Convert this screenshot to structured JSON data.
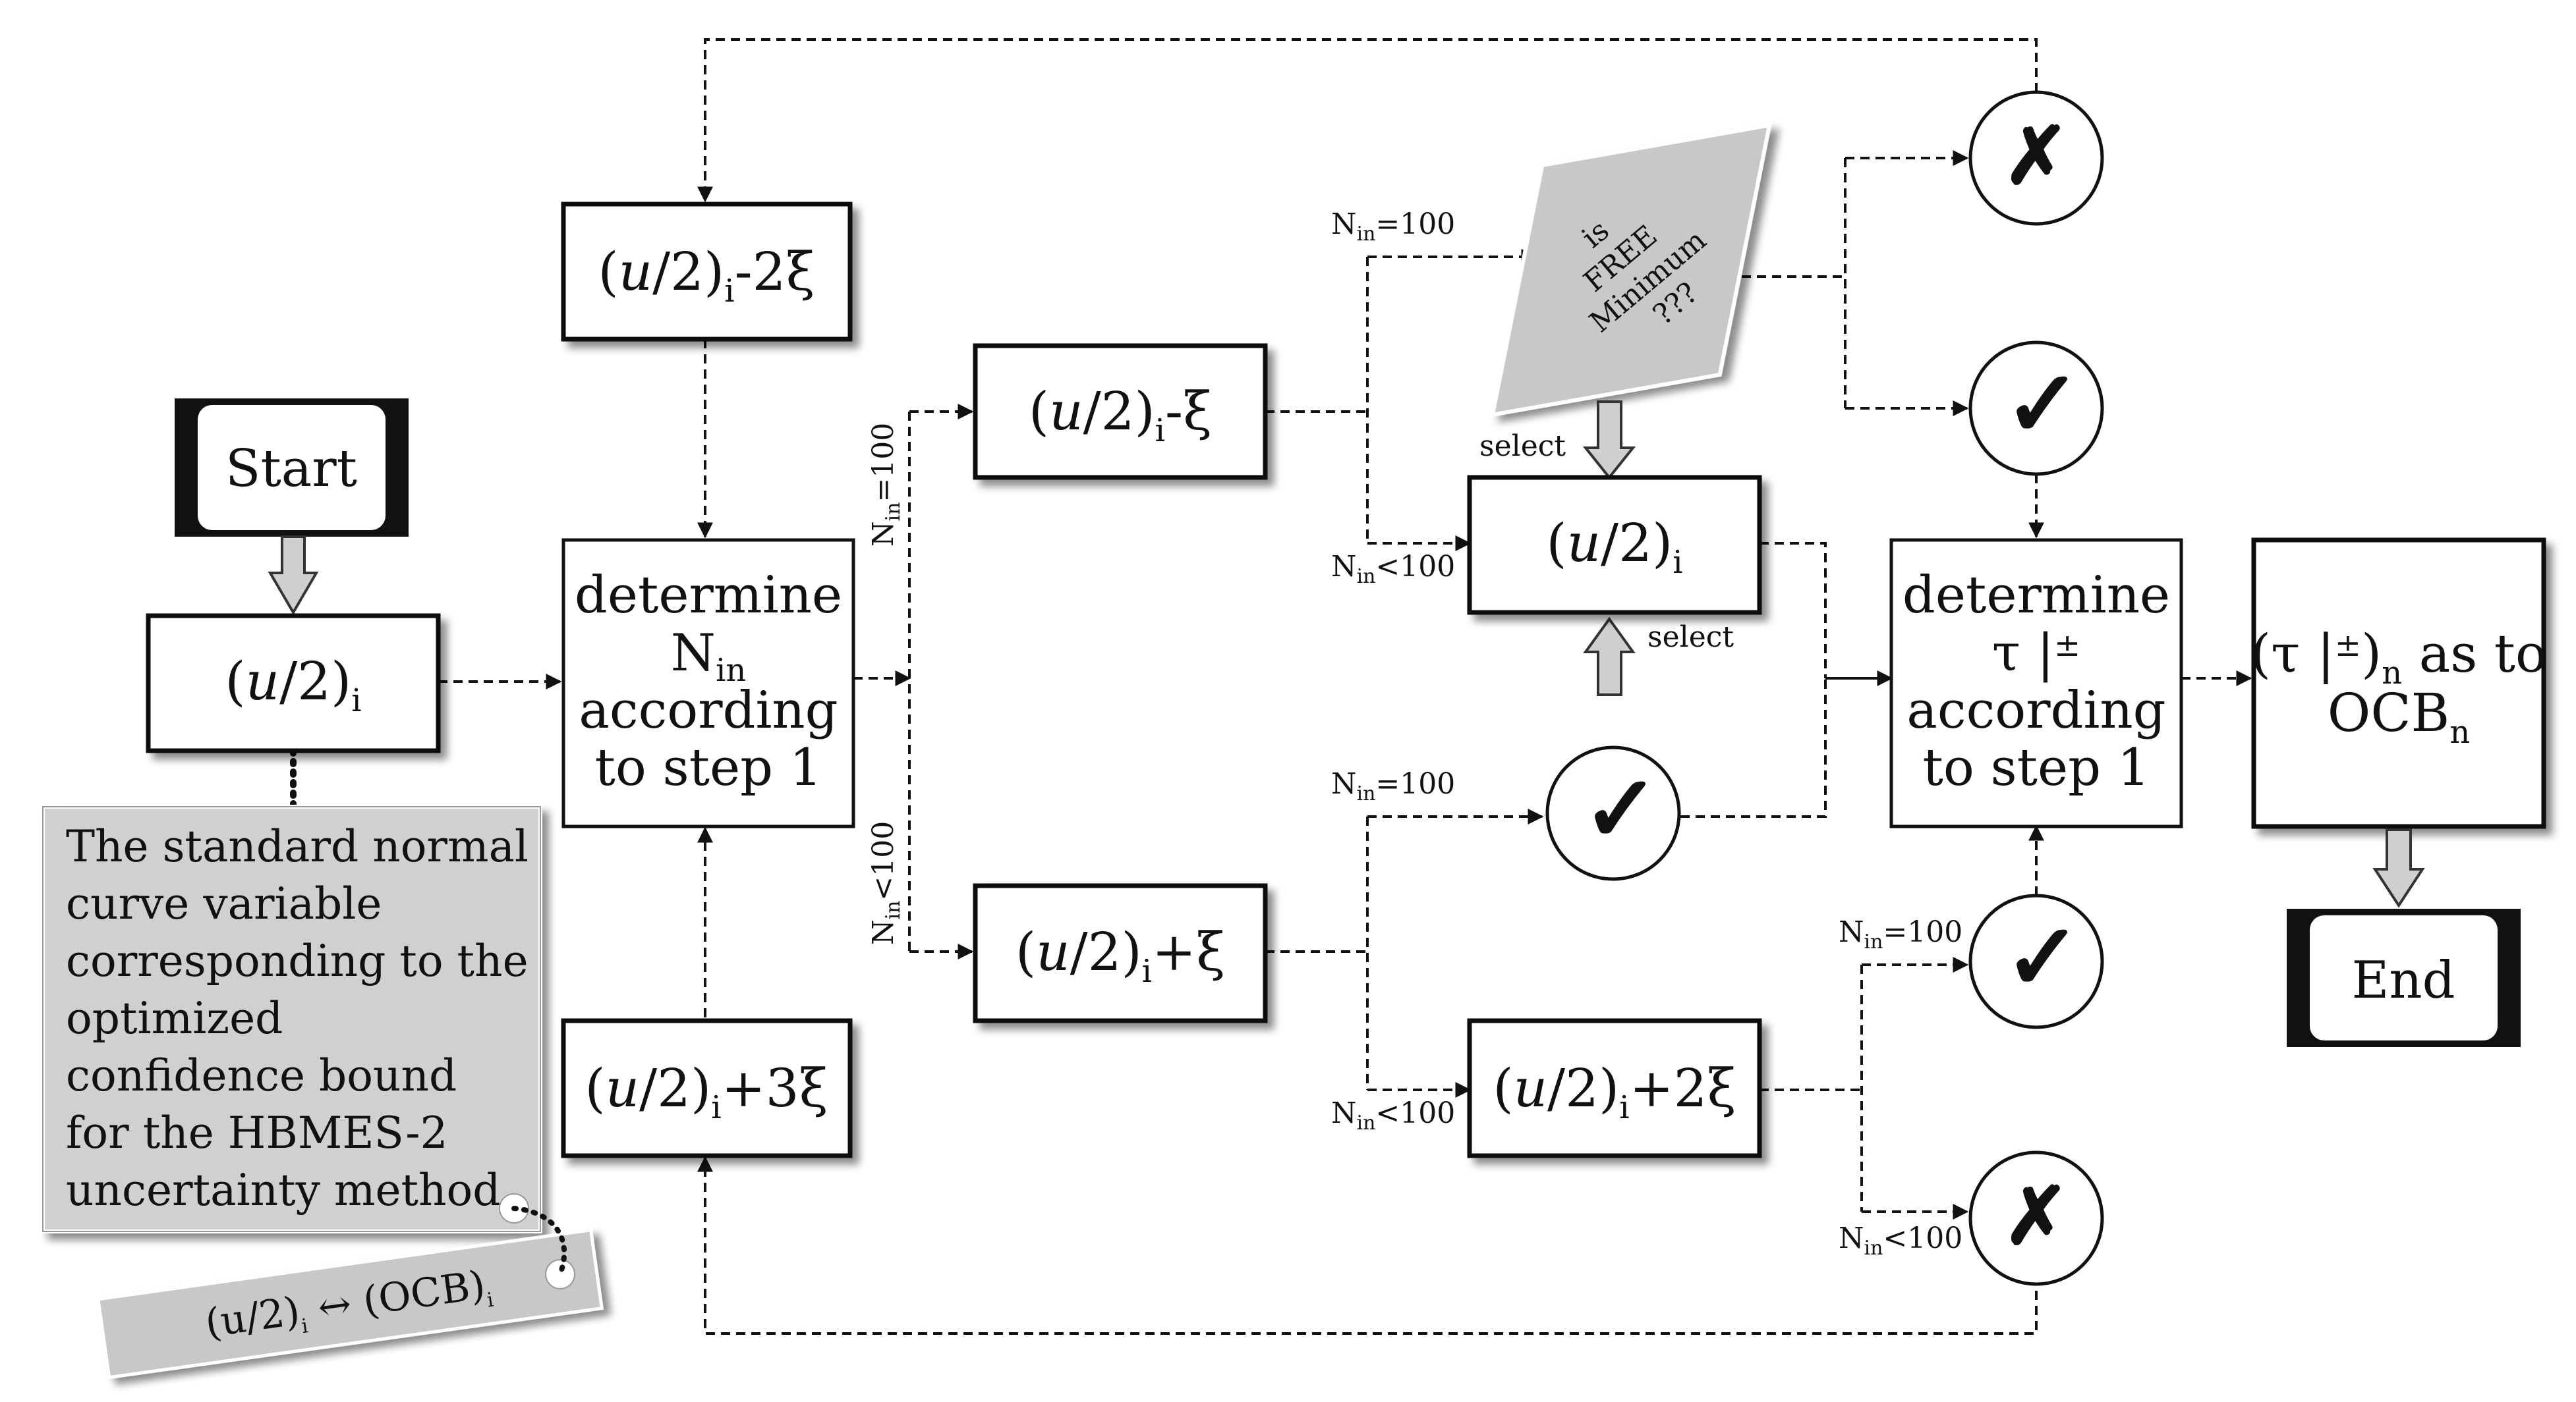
{
  "start": {
    "label": "Start"
  },
  "end": {
    "label": "End"
  },
  "u2": {
    "base": "(",
    "u": "u",
    "rest": "/2)",
    "sub": "i"
  },
  "box_minus2": {
    "suffix": "-2ξ"
  },
  "box_minus1": {
    "suffix": "-ξ"
  },
  "box_plus1": {
    "suffix": "+ξ"
  },
  "box_plus2": {
    "suffix": "+2ξ"
  },
  "box_plus3": {
    "suffix": "+3ξ"
  },
  "determine_nin": {
    "line1": "determine",
    "line2": "N",
    "line2_sub": "in",
    "line3": "according",
    "line4": "to step 1"
  },
  "determine_tau": {
    "line1": "determine",
    "line2": "τ |",
    "line2_sup": "±",
    "line3": "according",
    "line4": "to step 1"
  },
  "result": {
    "line1_a": "(τ |",
    "line1_sup": "±",
    "line1_b": ")",
    "line1_sub": "n",
    "line1_c": " as to",
    "line2": "OCB",
    "line2_sub": "n"
  },
  "decision": {
    "lines": [
      "is",
      "FREE",
      "Minimum",
      "???"
    ]
  },
  "select_top": "select",
  "select_bottom": "select",
  "conditions": {
    "nin": "N",
    "nin_sub": "in",
    "eq100": "=100",
    "lt100": "<100"
  },
  "note": {
    "lines": [
      "The standard normal",
      "curve variable",
      "corresponding to the",
      "optimized",
      "confidence bound",
      "for the HBMES-2",
      "uncertainty method"
    ]
  },
  "mapping": {
    "left": "(u/2)",
    "left_sub": "i",
    "arrow": " ↔ (OCB)",
    "right_sub": "i"
  },
  "symbols": {
    "cross": "✗",
    "check": "✓"
  }
}
